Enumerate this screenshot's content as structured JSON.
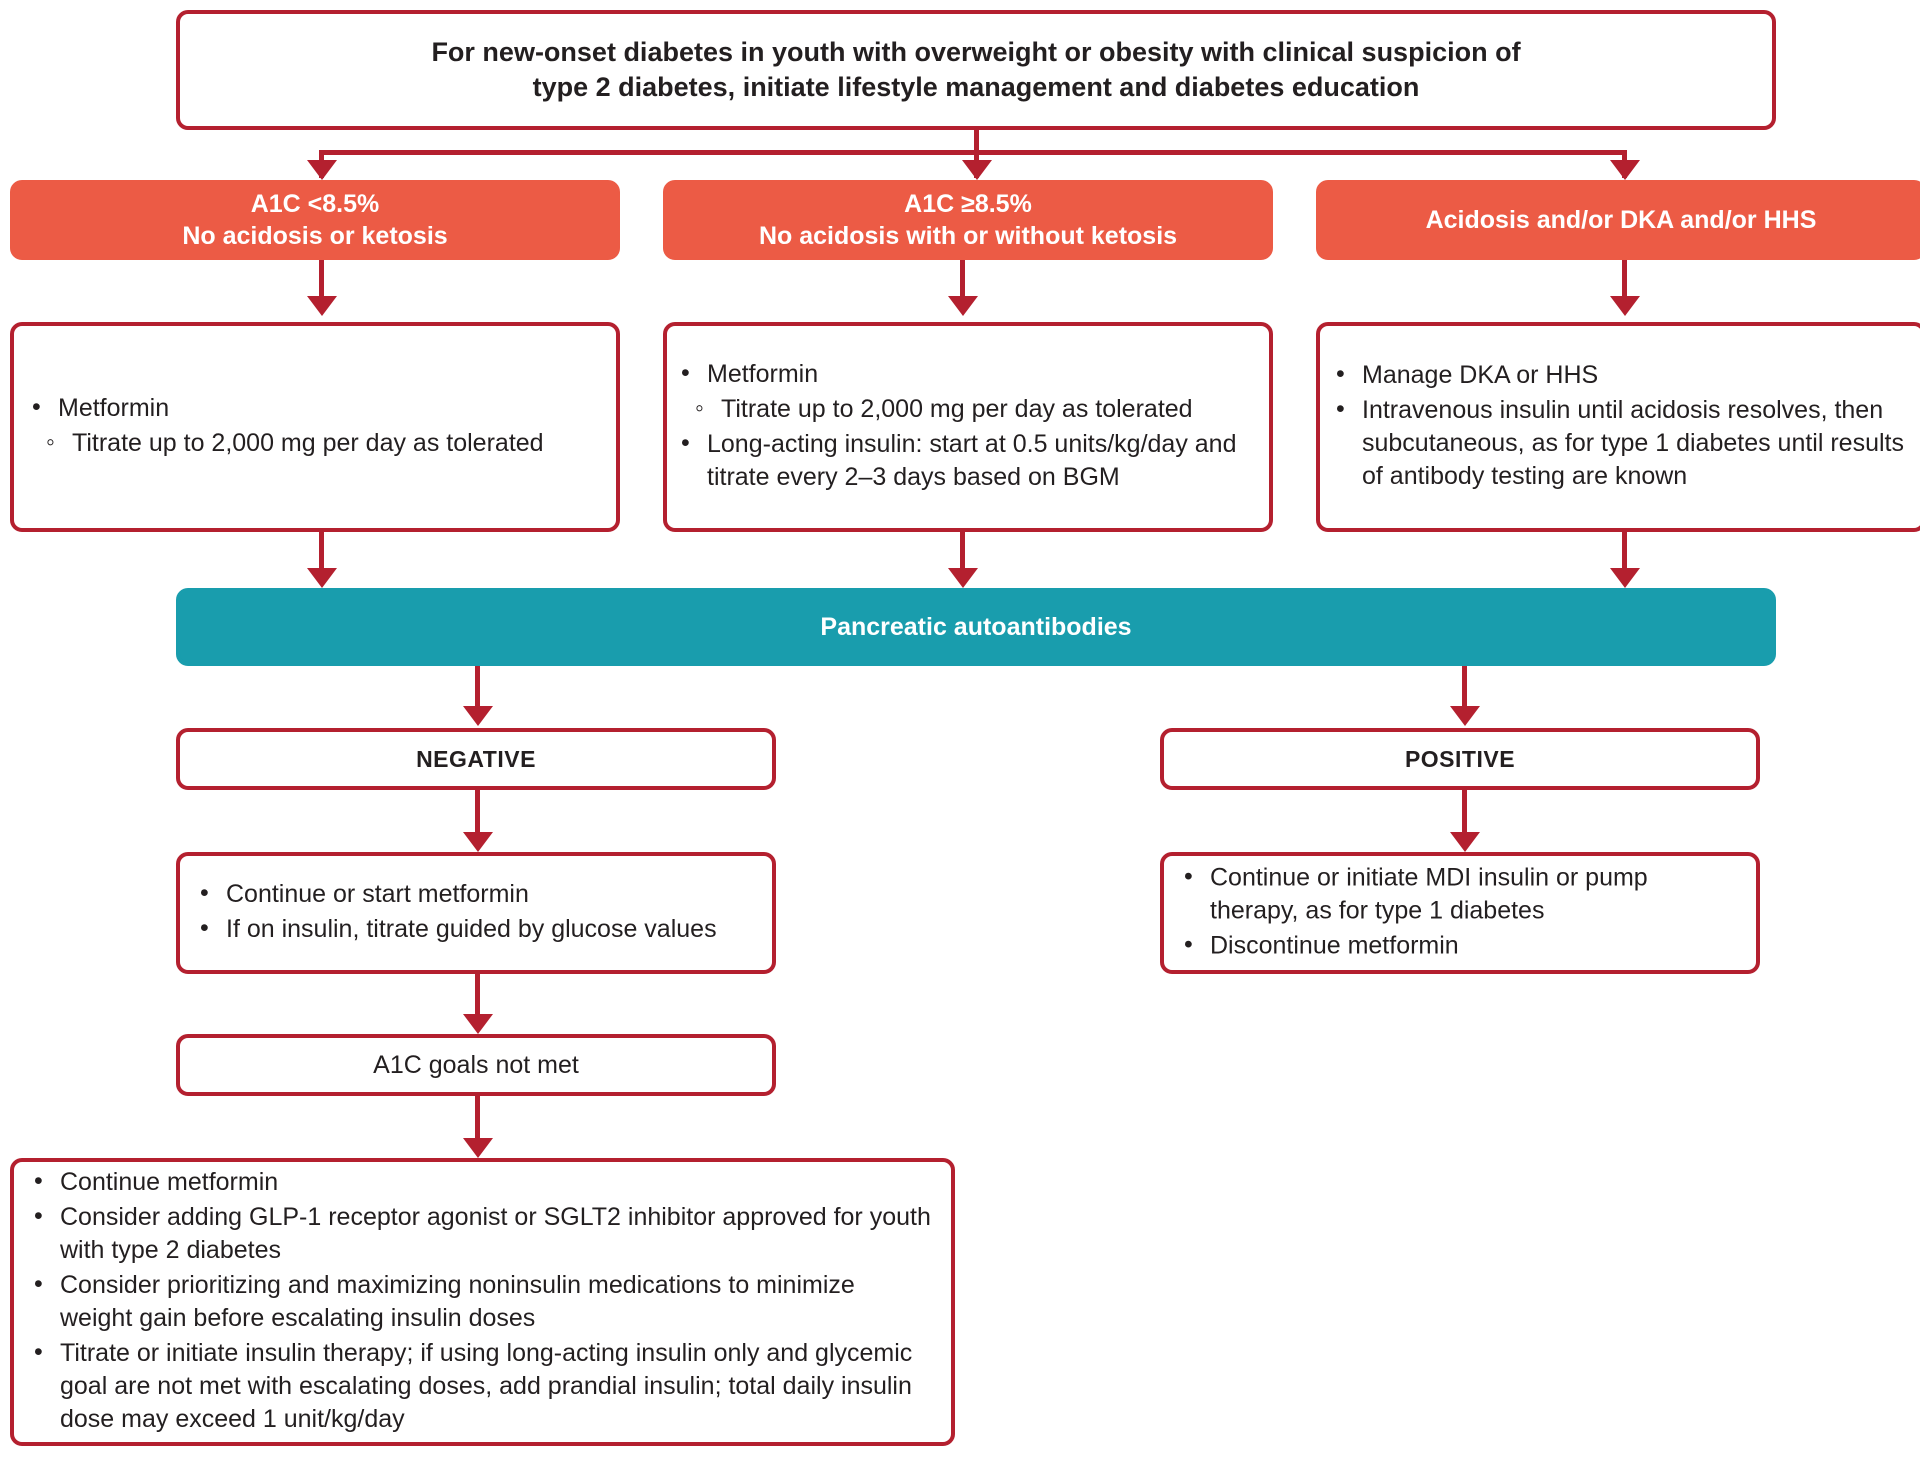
{
  "diagram": {
    "title_box": {
      "line1": "For new-onset diabetes in youth with overweight or obesity with clinical suspicion of",
      "line2": "type 2 diabetes, initiate lifestyle management and diabetes education"
    },
    "branches": [
      {
        "header_line1": "A1C <8.5%",
        "header_line2": "No acidosis or ketosis",
        "items": [
          {
            "level": 1,
            "text": "Metformin"
          },
          {
            "level": 2,
            "text": "Titrate up to 2,000 mg per day as tolerated"
          }
        ]
      },
      {
        "header_line1": "A1C ≥8.5%",
        "header_line2": "No acidosis with or without ketosis",
        "items": [
          {
            "level": 1,
            "text": "Metformin"
          },
          {
            "level": 2,
            "text": "Titrate up to 2,000 mg per day as tolerated"
          },
          {
            "level": 1,
            "text": "Long-acting insulin: start at 0.5 units/kg/day and titrate every 2–3 days based on BGM"
          }
        ]
      },
      {
        "header_line1": "Acidosis and/or DKA and/or HHS",
        "header_line2": "",
        "items": [
          {
            "level": 1,
            "text": "Manage DKA or HHS"
          },
          {
            "level": 1,
            "text": "Intravenous insulin until acidosis resolves, then subcutaneous, as for type 1 diabetes until results of antibody testing are known"
          }
        ]
      }
    ],
    "test_bar": {
      "label": "Pancreatic autoantibodies"
    },
    "results": [
      {
        "label": "NEGATIVE",
        "items": [
          {
            "level": 1,
            "text": "Continue or start metformin"
          },
          {
            "level": 1,
            "text": "If on insulin, titrate guided by glucose values"
          }
        ]
      },
      {
        "label": "POSITIVE",
        "items": [
          {
            "level": 1,
            "text": "Continue or initiate MDI insulin or pump therapy, as for type 1 diabetes"
          },
          {
            "level": 1,
            "text": "Discontinue metformin"
          }
        ]
      }
    ],
    "goal_box": {
      "label": "A1C goals not met"
    },
    "escalation_box": {
      "items": [
        {
          "level": 1,
          "text": "Continue metformin"
        },
        {
          "level": 1,
          "text": "Consider adding GLP-1 receptor agonist or SGLT2 inhibitor approved for youth with type 2 diabetes"
        },
        {
          "level": 1,
          "text": "Consider prioritizing and maximizing noninsulin medications to minimize weight gain before escalating insulin doses"
        },
        {
          "level": 1,
          "text": "Titrate or initiate insulin therapy; if using long-acting insulin only and glycemic goal are not met with escalating doses, add prandial insulin; total daily insulin dose may exceed 1 unit/kg/day"
        }
      ]
    },
    "colors": {
      "border_red": "#B4202F",
      "header_orange": "#EC5B45",
      "test_teal": "#199DAD",
      "text_dark": "#231f20",
      "background": "#ffffff"
    }
  }
}
